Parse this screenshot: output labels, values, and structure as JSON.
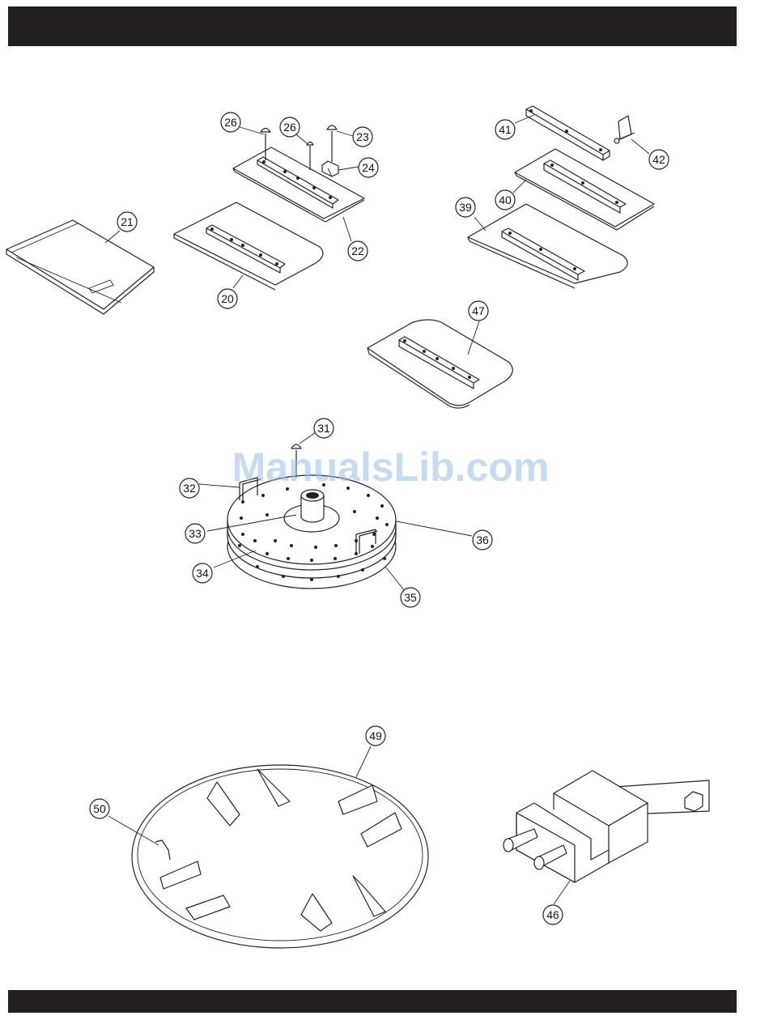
{
  "watermark": "ManualsLib.com",
  "part_numbers": [
    "26",
    "26",
    "23",
    "24",
    "22",
    "20",
    "21",
    "41",
    "42",
    "40",
    "39",
    "47",
    "31",
    "32",
    "33",
    "34",
    "35",
    "36",
    "49",
    "50",
    "46"
  ]
}
